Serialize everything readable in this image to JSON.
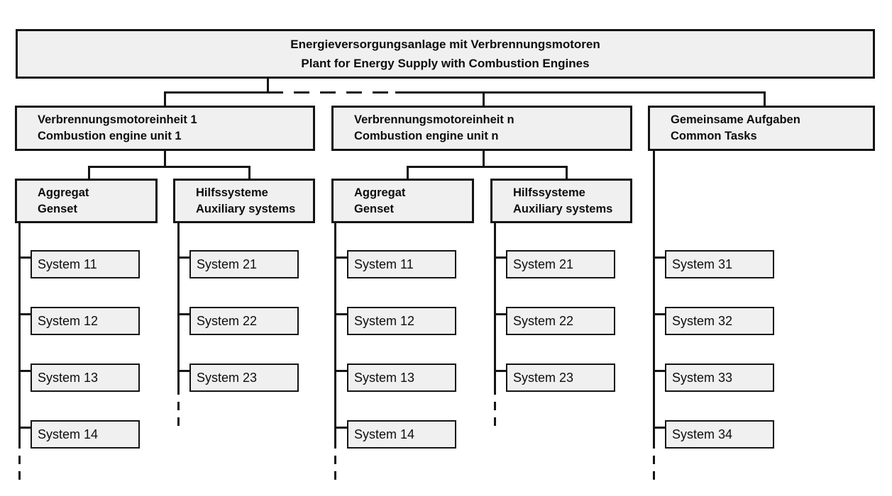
{
  "colors": {
    "box_fill": "#f0f0f0",
    "line_color": "#141414",
    "background": "#ffffff"
  },
  "root": {
    "title_de": "Energieversorgungsanlage mit Verbrennungsmotoren",
    "title_en": "Plant for Energy Supply with Combustion Engines"
  },
  "units": [
    {
      "title_de": "Verbrennungsmotoreinheit 1",
      "title_en": "Combustion engine unit 1",
      "children": [
        {
          "title_de": "Aggregat",
          "title_en": "Genset",
          "systems": [
            "System 11",
            "System 12",
            "System 13",
            "System 14"
          ],
          "continues": true
        },
        {
          "title_de": "Hilfssysteme",
          "title_en": "Auxiliary systems",
          "systems": [
            "System 21",
            "System 22",
            "System 23"
          ],
          "continues": true
        }
      ]
    },
    {
      "title_de": "Verbrennungsmotoreinheit n",
      "title_en": "Combustion engine unit n",
      "children": [
        {
          "title_de": "Aggregat",
          "title_en": "Genset",
          "systems": [
            "System 11",
            "System 12",
            "System 13",
            "System 14"
          ],
          "continues": true
        },
        {
          "title_de": "Hilfssysteme",
          "title_en": "Auxiliary systems",
          "systems": [
            "System 21",
            "System 22",
            "System 23"
          ],
          "continues": true
        }
      ]
    },
    {
      "title_de": "Gemeinsame Aufgaben",
      "title_en": "Common Tasks",
      "systems": [
        "System 31",
        "System 32",
        "System 33",
        "System 34"
      ],
      "continues": true
    }
  ]
}
